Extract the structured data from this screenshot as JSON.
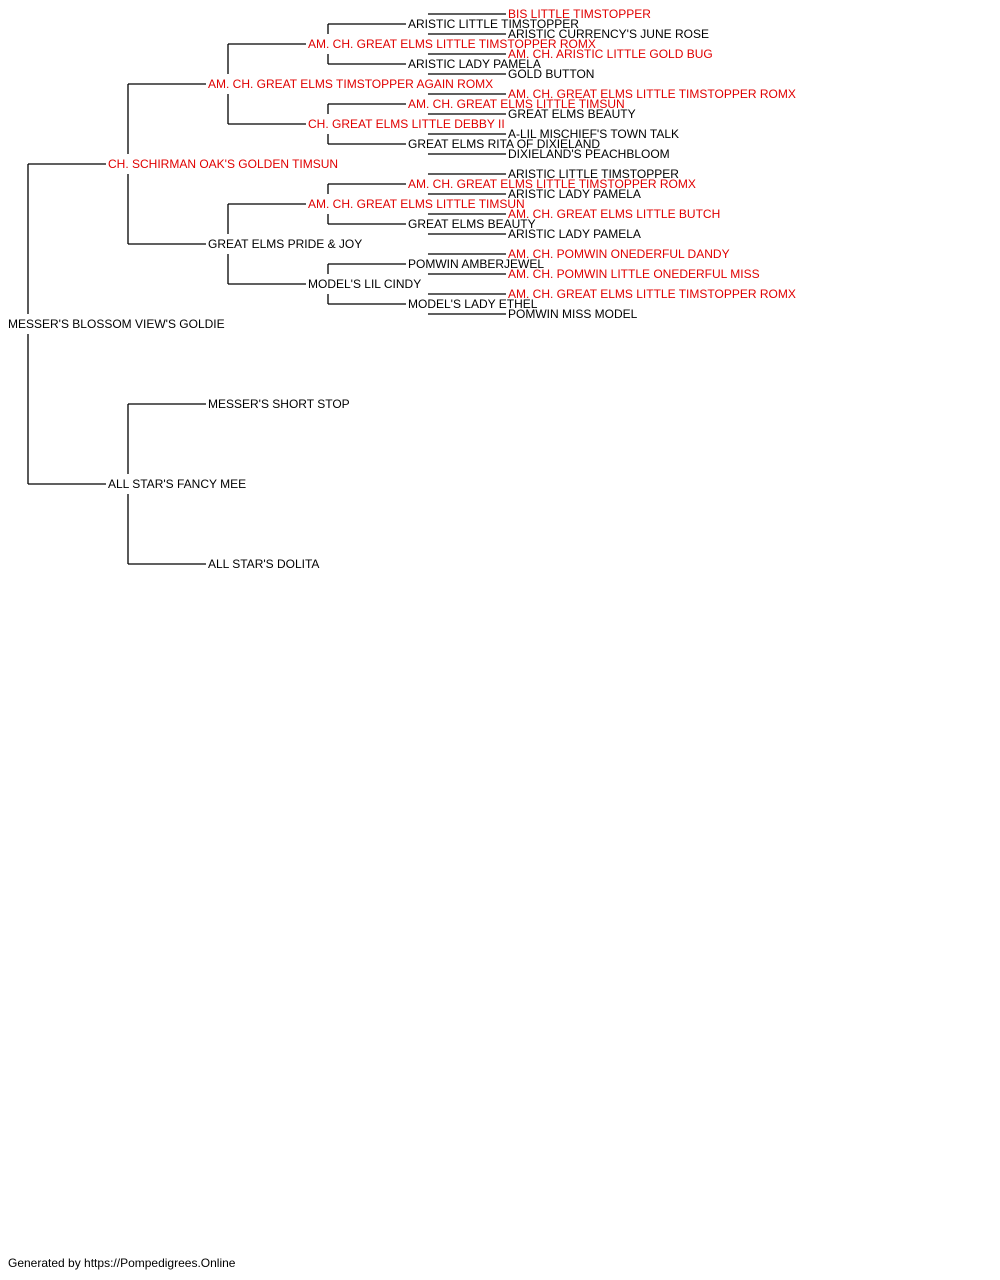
{
  "colors": {
    "champion": "#e00000",
    "regular": "#000000",
    "line": "#000000"
  },
  "footer": "Generated by https://Pompedigrees.Online",
  "pedigree": {
    "name": "MESSER'S BLOSSOM VIEW'S GOLDIE",
    "champion": false,
    "sire": {
      "name": "CH. SCHIRMAN OAK'S GOLDEN TIMSUN",
      "champion": true,
      "sire": {
        "name": "AM. CH. GREAT ELMS TIMSTOPPER AGAIN ROMX",
        "champion": true,
        "sire": {
          "name": "AM. CH. GREAT ELMS LITTLE TIMSTOPPER ROMX",
          "champion": true,
          "sire": {
            "name": "ARISTIC LITTLE TIMSTOPPER",
            "champion": false,
            "sire": {
              "name": "BIS LITTLE TIMSTOPPER",
              "champion": true
            },
            "dam": {
              "name": "ARISTIC CURRENCY'S JUNE ROSE",
              "champion": false
            }
          },
          "dam": {
            "name": "ARISTIC LADY PAMELA",
            "champion": false,
            "sire": {
              "name": "AM. CH. ARISTIC LITTLE GOLD BUG",
              "champion": true
            },
            "dam": {
              "name": "GOLD BUTTON",
              "champion": false
            }
          }
        },
        "dam": {
          "name": "CH. GREAT ELMS LITTLE DEBBY II",
          "champion": true,
          "sire": {
            "name": "AM. CH. GREAT ELMS LITTLE TIMSUN",
            "champion": true,
            "sire": {
              "name": "AM. CH. GREAT ELMS LITTLE TIMSTOPPER ROMX",
              "champion": true
            },
            "dam": {
              "name": "GREAT ELMS BEAUTY",
              "champion": false
            }
          },
          "dam": {
            "name": "GREAT ELMS RITA OF DIXIELAND",
            "champion": false,
            "sire": {
              "name": "A-LIL MISCHIEF'S TOWN TALK",
              "champion": false
            },
            "dam": {
              "name": "DIXIELAND'S PEACHBLOOM",
              "champion": false
            }
          }
        }
      },
      "dam": {
        "name": "GREAT ELMS PRIDE & JOY",
        "champion": false,
        "sire": {
          "name": "AM. CH. GREAT ELMS LITTLE TIMSUN",
          "champion": true,
          "sire": {
            "name": "AM. CH. GREAT ELMS LITTLE TIMSTOPPER ROMX",
            "champion": true,
            "sire": {
              "name": "ARISTIC LITTLE TIMSTOPPER",
              "champion": false
            },
            "dam": {
              "name": "ARISTIC LADY PAMELA",
              "champion": false
            }
          },
          "dam": {
            "name": "GREAT ELMS BEAUTY",
            "champion": false,
            "sire": {
              "name": "AM. CH. GREAT ELMS LITTLE BUTCH",
              "champion": true
            },
            "dam": {
              "name": "ARISTIC LADY PAMELA",
              "champion": false
            }
          }
        },
        "dam": {
          "name": "MODEL'S LIL CINDY",
          "champion": false,
          "sire": {
            "name": "POMWIN AMBERJEWEL",
            "champion": false,
            "sire": {
              "name": "AM. CH. POMWIN ONEDERFUL DANDY",
              "champion": true
            },
            "dam": {
              "name": "AM. CH. POMWIN LITTLE ONEDERFUL MISS",
              "champion": true
            }
          },
          "dam": {
            "name": "MODEL'S LADY ETHEL",
            "champion": false,
            "sire": {
              "name": "AM. CH. GREAT ELMS LITTLE TIMSTOPPER ROMX",
              "champion": true
            },
            "dam": {
              "name": "POMWIN MISS MODEL",
              "champion": false
            }
          }
        }
      }
    },
    "dam": {
      "name": "ALL STAR'S FANCY MEE",
      "champion": false,
      "sire": {
        "name": "MESSER'S SHORT STOP",
        "champion": false
      },
      "dam": {
        "name": "ALL STAR'S DOLITA",
        "champion": false
      }
    }
  }
}
